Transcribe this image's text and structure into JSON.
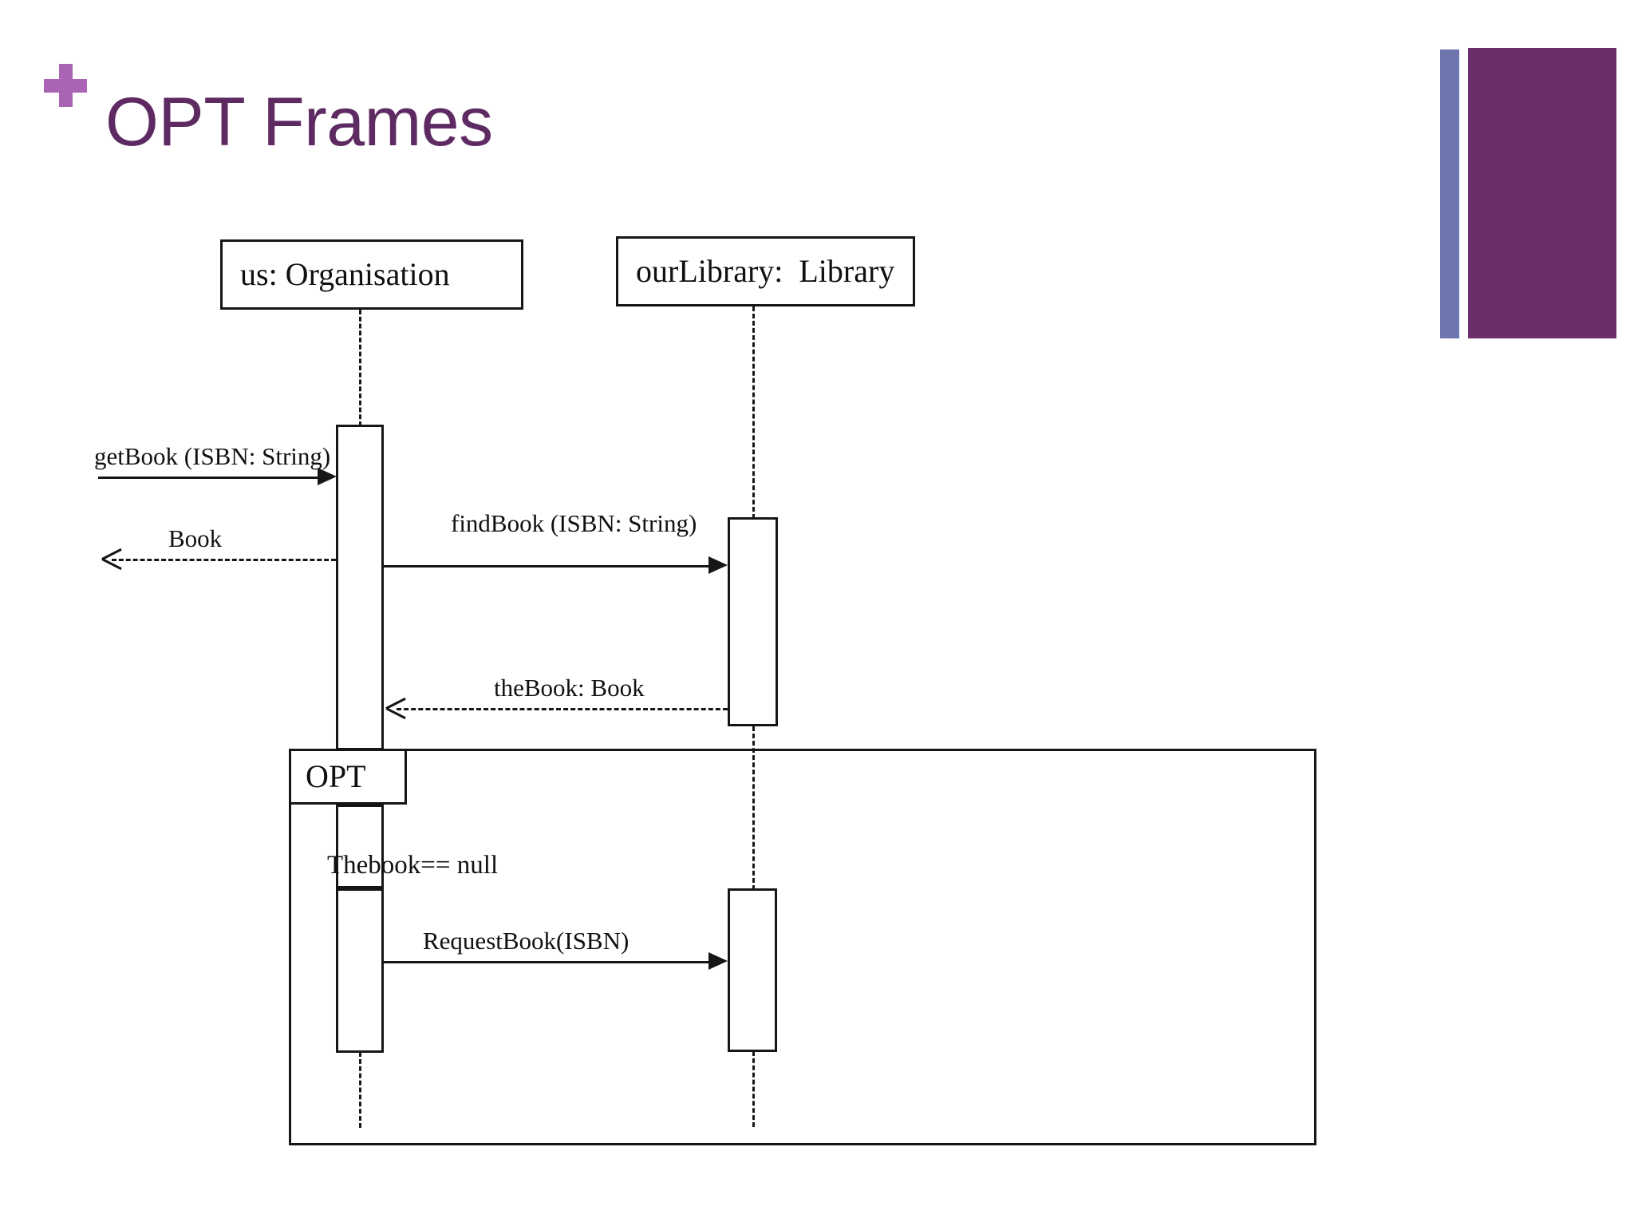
{
  "slide": {
    "title": "OPT Frames",
    "plus_icon": "plus-icon",
    "accent_title_color": "#5e2a62",
    "accent_plus_color": "#a964b3",
    "deco_thin_bar_color": "#6d76ae",
    "deco_wide_bar_color": "#6c2d6b"
  },
  "diagram": {
    "type": "uml-sequence-diagram",
    "lifelines": [
      {
        "id": "organisation",
        "label": "us: Organisation"
      },
      {
        "id": "library",
        "label": "ourLibrary:  Library"
      }
    ],
    "messages": [
      {
        "id": "m1",
        "label": "getBook (ISBN: String)",
        "style": "solid",
        "direction": "right",
        "from": "actor",
        "to": "organisation"
      },
      {
        "id": "m2",
        "label": "Book",
        "style": "dashed",
        "direction": "left",
        "from": "organisation",
        "to": "actor"
      },
      {
        "id": "m3",
        "label": "findBook (ISBN: String)",
        "style": "solid",
        "direction": "right",
        "from": "organisation",
        "to": "library"
      },
      {
        "id": "m4",
        "label": "theBook: Book",
        "style": "dashed",
        "direction": "left",
        "from": "library",
        "to": "organisation"
      },
      {
        "id": "m5",
        "label": "RequestBook(ISBN)",
        "style": "solid",
        "direction": "right",
        "from": "organisation",
        "to": "library"
      }
    ],
    "fragment": {
      "operator": "OPT",
      "guard": "Thebook== null"
    }
  }
}
